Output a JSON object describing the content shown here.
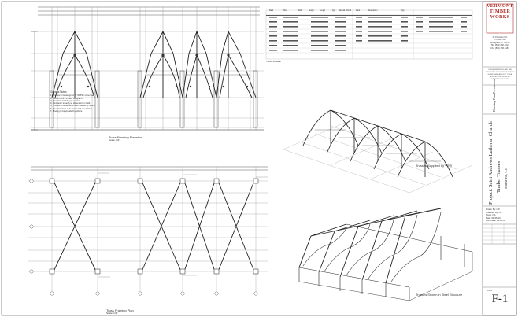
{
  "company": {
    "line1": "VERMONT",
    "line2": "TIMBER",
    "line3": "WORKS",
    "address": [
      "36 Precision Rd.",
      "P.O. Box 418",
      "Springfield, VT 05156",
      "TEL (802) 886-1917",
      "FAX (802) 886-8187"
    ]
  },
  "titleblock_note": "THESE DRAWINGS ARE THE PROPERTY OF VERMONT TIMBER WORKS AND ARE NOT TO BE REPRODUCED WITHOUT WRITTEN CONSENT",
  "drawing_status": "Drawing Plan Permission",
  "project": {
    "name": "Project: Saint Andrews Lutheran Church",
    "subtitle": "Timber Trusses",
    "location": "Mansfield, CT"
  },
  "info": [
    "Drawn By: LW",
    "Checked By: CE",
    "Scale: NA",
    "Date: 09-06-10",
    "Print Date: 09-06-10"
  ],
  "sheet": {
    "label": "DWG",
    "number": "F-1"
  },
  "captions": {
    "elevation": "Truss Framing Elevation",
    "elevation_scale": "Scale: 1/4\"",
    "supplied": "Trusses Supplied by VTW",
    "plan": "Truss Framing Plan",
    "plan_scale": "Scale: 1/4\"",
    "steel": "Trusses Shown in Steel Structure"
  },
  "general_notes": {
    "title": "General Notes",
    "lines": [
      "1. Trusses to be designed for 30 PSF snow load.",
      "2. Timber to be #1 grade Douglas Fir.",
      "3. All steel to be A36 galvanized.",
      "4. Contractor to verify all dimensions in field.",
      "5. Trusses to be delivered and installed by others.",
      "6. All connections to be concealed steel plates.",
      "7. Bracing to be provided by others."
    ]
  },
  "table": {
    "headers": [
      "Mark",
      "Size",
      "Width",
      "Height",
      "Length",
      "Qty",
      "Material",
      "Finish",
      "Mark",
      "Description",
      "Qty"
    ],
    "footer": "Timber Schedule"
  }
}
